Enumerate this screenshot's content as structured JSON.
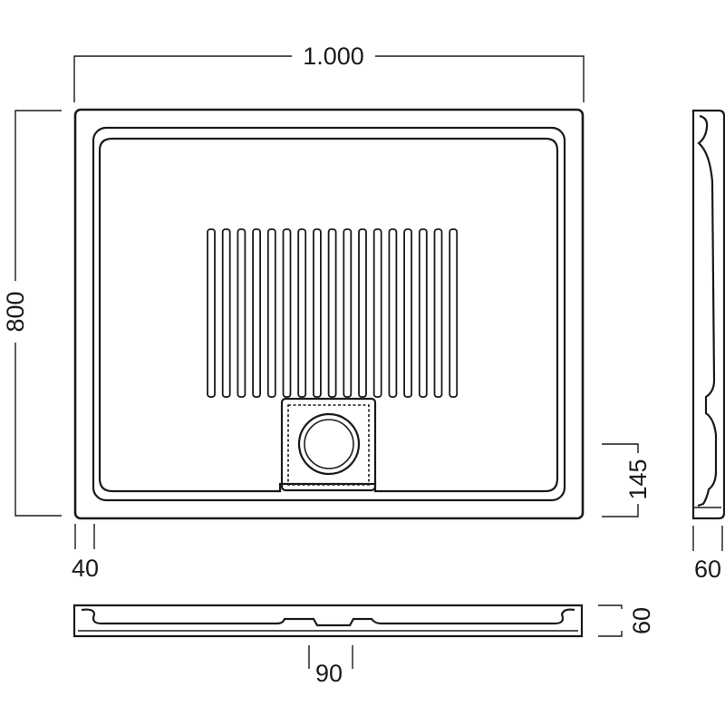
{
  "drawing": {
    "dimensions": {
      "width": "1.000",
      "depth": "800",
      "rim": "40",
      "drain_offset": "145",
      "height_front": "60",
      "height_side": "60",
      "drain_width": "90"
    },
    "colors": {
      "line": "#1a1a1a",
      "background": "#ffffff"
    }
  }
}
